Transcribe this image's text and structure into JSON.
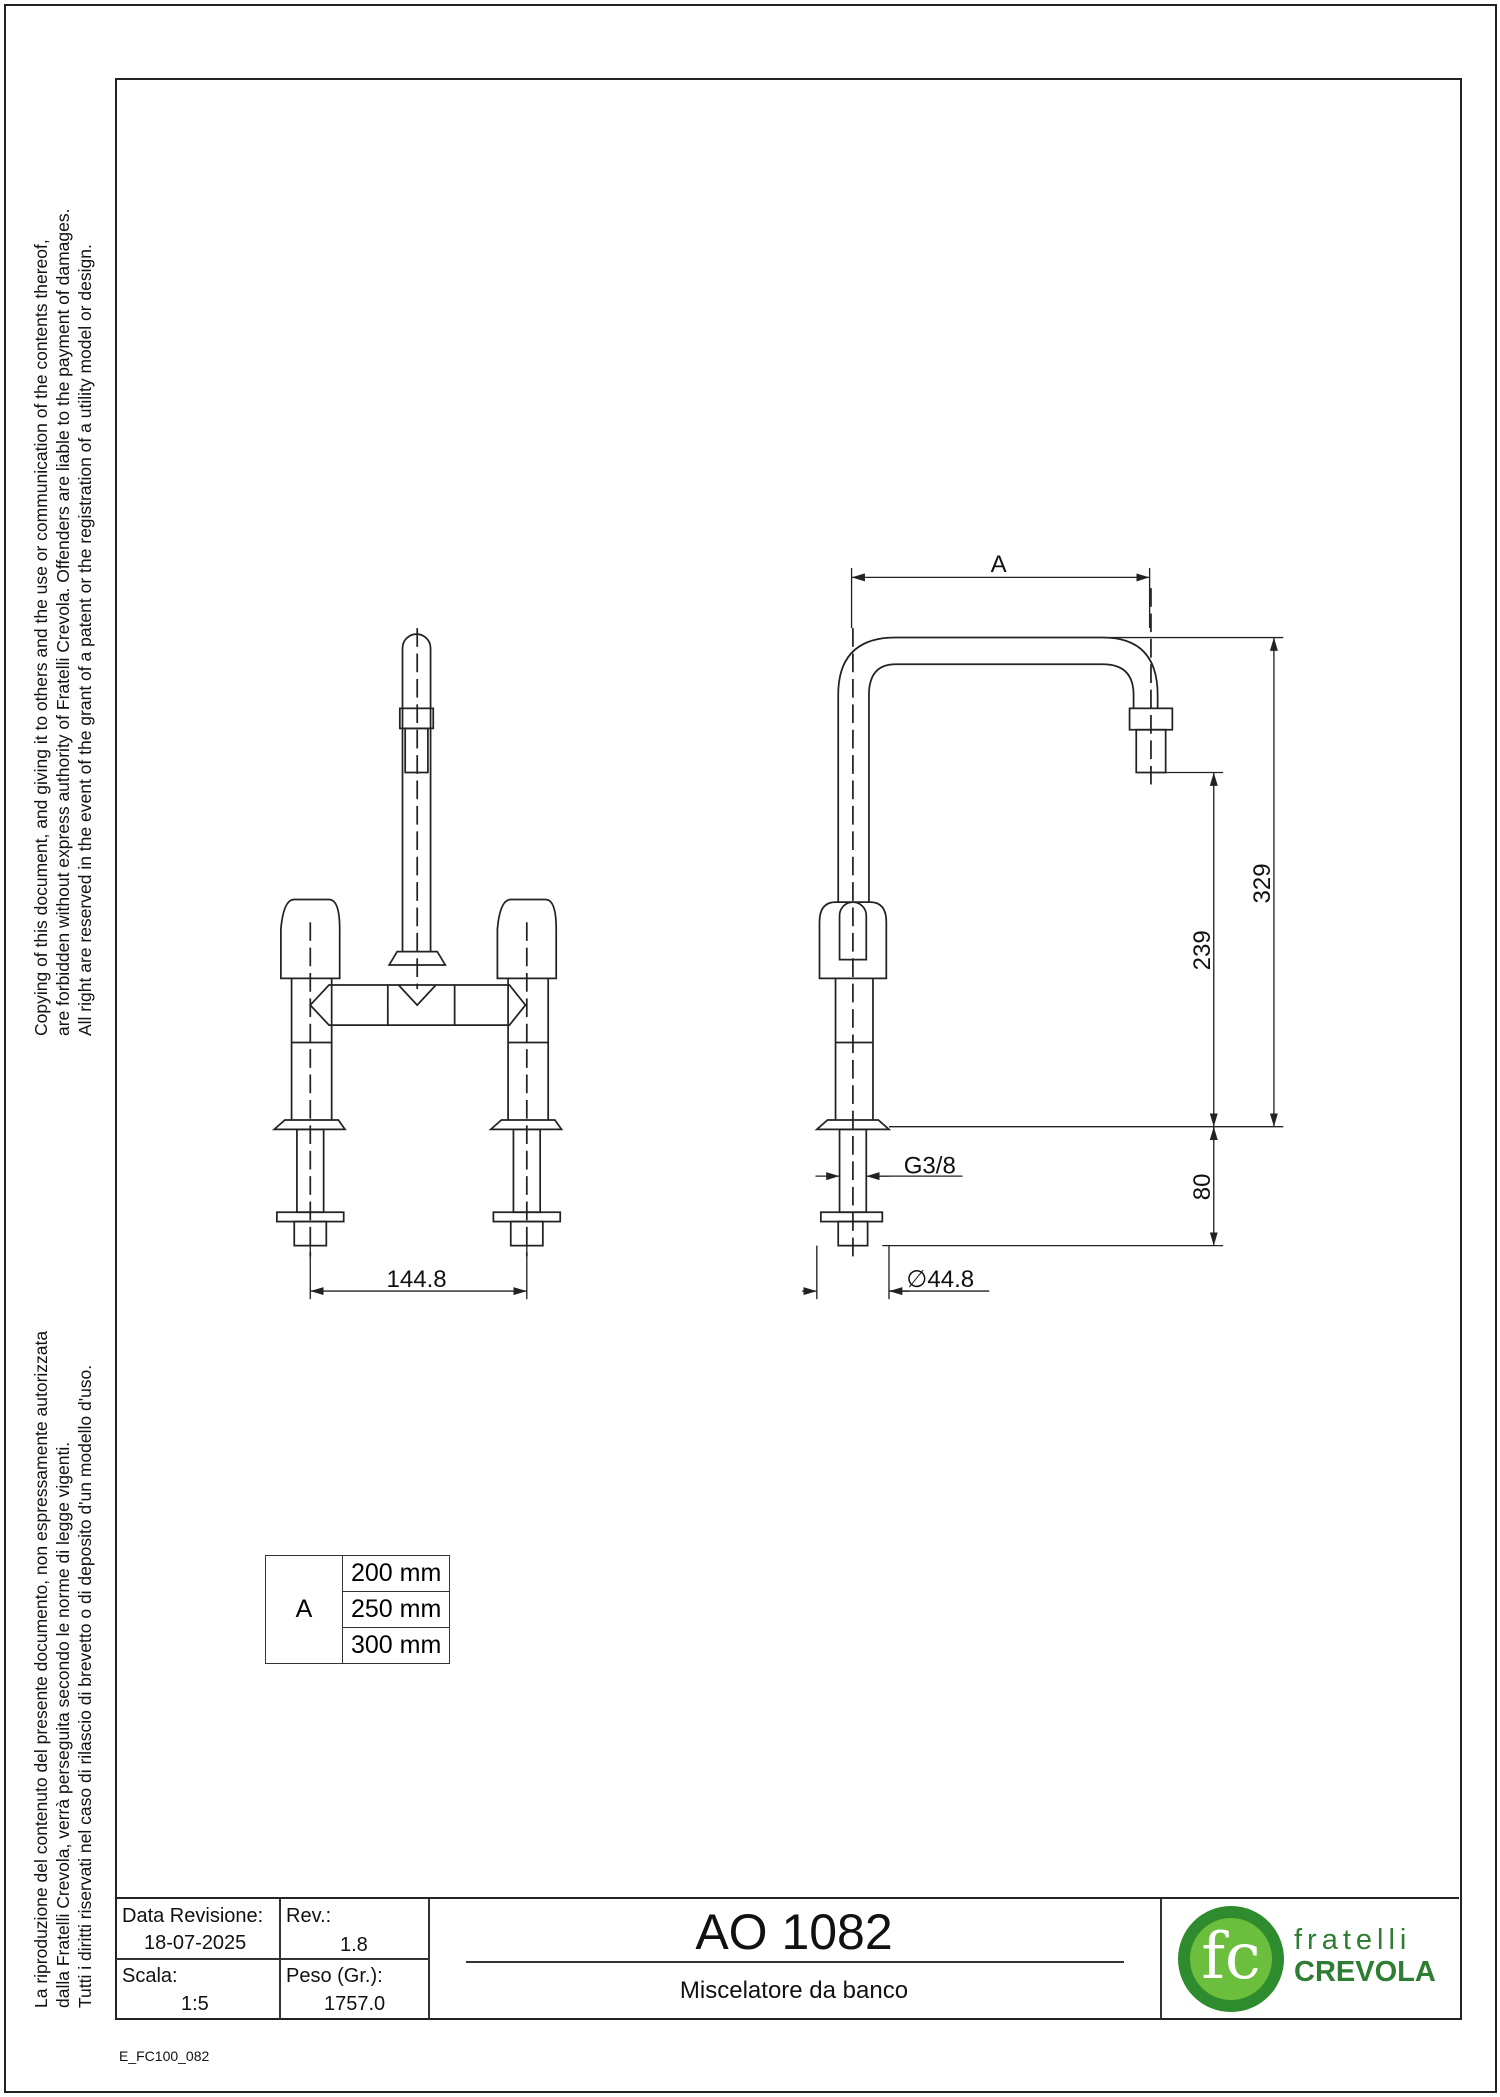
{
  "notice_en": [
    "Copying of this document, and giving it to others and the use or communication of the contents thereof,",
    "are forbidden without express authority of Fratelli Crevola. Offenders are liable to the payment of damages.",
    "All right are reserved in the event of the grant of a patent or the registration of a utility model or design."
  ],
  "notice_it": [
    "La riproduzione del contenuto del presente documento, non espressamente autorizzata",
    "dalla Fratelli Crevola, verrà perseguita secondo le norme di legge vigenti.",
    "Tutti i diritti riservati nel caso di rilascio di brevetto o di deposito d'un modello d'uso."
  ],
  "dimensions": {
    "a": "A",
    "d329": "329",
    "d239": "239",
    "d80": "80",
    "thread": "G3/8",
    "dia": "∅44.8",
    "spacing": "144.8"
  },
  "a_table": {
    "label": "A",
    "values": [
      "200 mm",
      "250 mm",
      "300 mm"
    ]
  },
  "title_block": {
    "rev_date_label": "Data Revisione:",
    "rev_date": "18-07-2025",
    "rev_label": "Rev.:",
    "rev": "1.8",
    "scale_label": "Scala:",
    "scale": "1:5",
    "weight_label": "Peso (Gr.):",
    "weight": "1757.0",
    "code": "AO 1082",
    "description": "Miscelatore da banco",
    "logo_text_1": "fratelli",
    "logo_text_2": "CREVOLA",
    "logo_mark": "fc"
  },
  "file_code": "E_FC100_082",
  "colors": {
    "logo_green": "#2e8b2e",
    "logo_light": "#6cbf3c"
  }
}
